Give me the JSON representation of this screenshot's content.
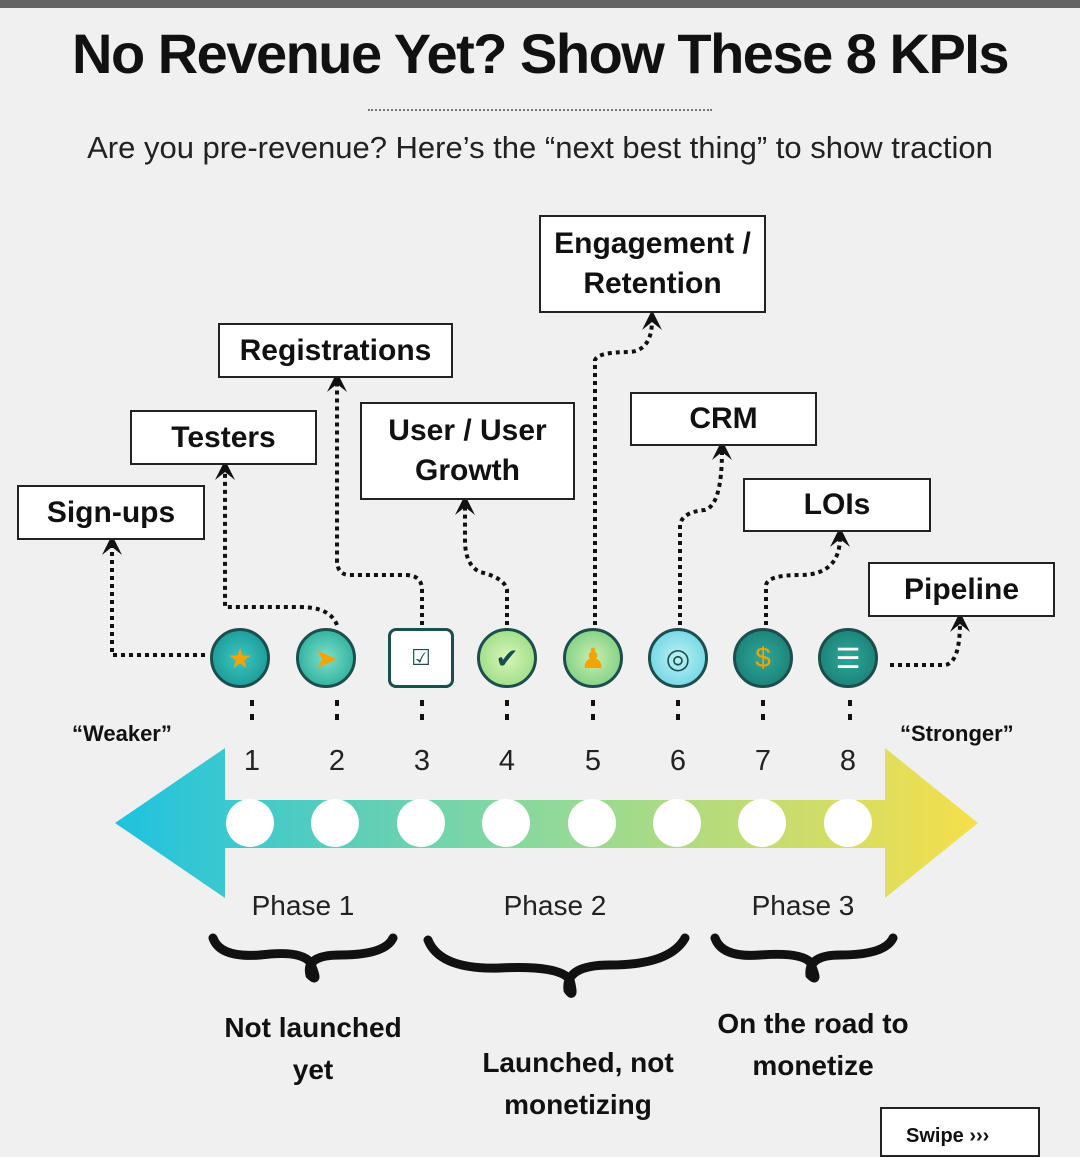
{
  "title": "No Revenue Yet? Show These 8 KPIs",
  "subtitle": "Are you pre-revenue? Here’s the “next best thing” to show traction",
  "kpis": [
    {
      "num": "1",
      "label": "Sign-ups",
      "icon": "star-people-icon"
    },
    {
      "num": "2",
      "label": "Testers",
      "icon": "paper-plane-people-icon"
    },
    {
      "num": "3",
      "label": "Registrations",
      "icon": "checklist-form-icon"
    },
    {
      "num": "4",
      "label": "User / User Growth",
      "icon": "growth-check-icon"
    },
    {
      "num": "5",
      "label": "Engagement / Retention",
      "icon": "engagement-people-icon"
    },
    {
      "num": "6",
      "label": "CRM",
      "icon": "network-people-icon"
    },
    {
      "num": "7",
      "label": "LOIs",
      "icon": "signed-letter-icon"
    },
    {
      "num": "8",
      "label": "Pipeline",
      "icon": "pipeline-document-icon"
    }
  ],
  "scale": {
    "weak": "“Weaker”",
    "strong": "“Stronger”",
    "colors": {
      "left": "#1ec2e0",
      "right": "#f6df4a"
    }
  },
  "phases": [
    {
      "label": "Phase 1",
      "desc": "Not launched yet"
    },
    {
      "label": "Phase 2",
      "desc": "Launched, not monetizing"
    },
    {
      "label": "Phase 3",
      "desc": "On the road to monetize"
    }
  ],
  "swipe": "Swipe ›››"
}
